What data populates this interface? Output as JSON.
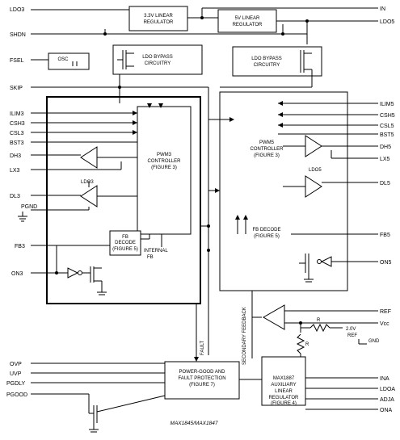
{
  "pins_left": {
    "ldo3": "LDO3",
    "shdn": "SHDN",
    "fsel": "FSEL",
    "skip": "SKIP",
    "ilim3": "ILIM3",
    "cs_h3": "CSH3",
    "cs_l3": "CSL3",
    "bst3": "BST3",
    "dh3": "DH3",
    "lx3": "LX3",
    "dl3": "DL3",
    "pgnd": "PGND",
    "fb3": "FB3",
    "on3": "ON3",
    "ovp": "OVP",
    "uvp": "UVP",
    "pgdly": "PGDLY",
    "pgood": "PGOOD"
  },
  "pins_right": {
    "in": "IN",
    "ldo5_top": "LDO5",
    "ilim5": "ILIM5",
    "csh5": "CSH5",
    "csl5": "CSL5",
    "bst5": "BST5",
    "dh5": "DH5",
    "lx5": "LX5",
    "dl5": "DL5",
    "fb5": "FB5",
    "on5": "ON5",
    "ref": "REF",
    "vcc": "Vcc",
    "ina": "INA",
    "ldoa": "LDOA",
    "adja": "ADJA",
    "ona": "ONA"
  },
  "blocks": {
    "lin33": [
      "3.3V LINEAR",
      "REGULATOR"
    ],
    "lin5": [
      "5V LINEAR",
      "REGULATOR"
    ],
    "osc": "OSC",
    "bypass3": [
      "LDO BYPASS",
      "CIRCUITRY"
    ],
    "bypass5": [
      "LDO BYPASS",
      "CIRCUITRY"
    ],
    "pwm3": [
      "PWM3",
      "CONTROLLER",
      "(FIGURE 3)"
    ],
    "pwm5": [
      "PWM5",
      "CONTROLLER",
      "(FIGURE 3)"
    ],
    "fb3_decode": [
      "FB",
      "DECODE",
      "(FIGURE 5)"
    ],
    "fb5_decode": [
      "FB DECODE",
      "(FIGURE 5)"
    ],
    "internal_fb": [
      "INTERNAL",
      "FB"
    ],
    "ldo3_amp": "LDO3",
    "ldo5_amp": "LDO5",
    "power_good": [
      "POWER-GOOD AND",
      "FAULT PROTECTION",
      "(FIGURE 7)"
    ],
    "aux": [
      "MAX1887",
      "AUXILIARY",
      "LINEAR",
      "REGULATOR",
      "(FIGURE 4)"
    ],
    "ref_volt": [
      "2.0V",
      "REF"
    ],
    "gnd": "GND",
    "resistor_r": "R"
  },
  "signals": {
    "fault": "FAULT",
    "secondary_feedback": "SECONDARY FEEDBACK"
  },
  "title": "MAX1845/MAX1847"
}
